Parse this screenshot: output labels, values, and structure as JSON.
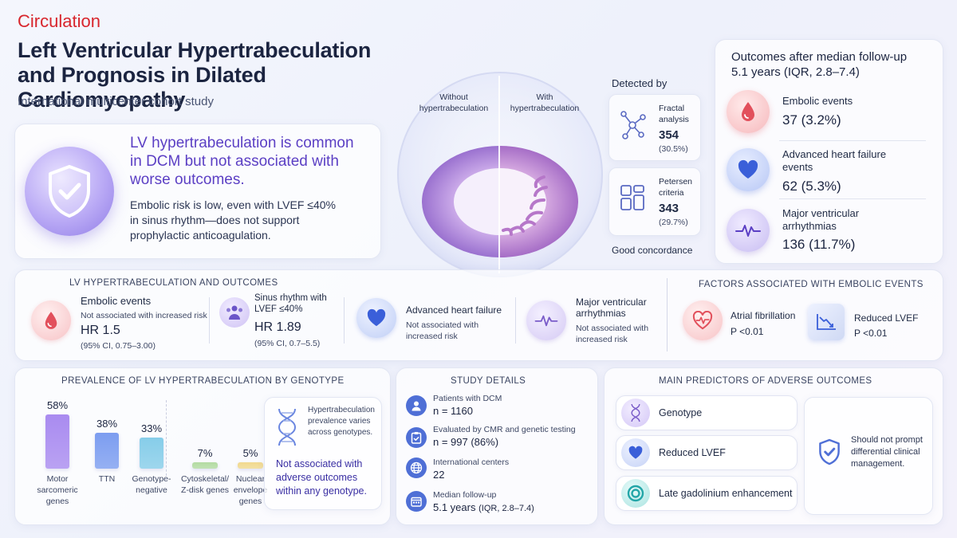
{
  "header": {
    "brand": "Circulation",
    "title_line1": "Left Ventricular Hypertrabeculation",
    "title_line2": "and Prognosis in Dilated Cardiomyopathy",
    "subtitle": "International multicenter cohort study"
  },
  "key_finding": {
    "title_line1": "LV hypertrabeculation is common",
    "title_line2": "in DCM but not associated with",
    "title_line3": "worse outcomes.",
    "body_line1": "Embolic risk is low, even with LVEF ≤40%",
    "body_line2": "in sinus rhythm—does not support",
    "body_line3": "prophylactic anticoagulation."
  },
  "heart_illustration": {
    "left_label_1": "Without",
    "left_label_2": "hypertrabeculation",
    "right_label_1": "With",
    "right_label_2": "hypertrabeculation"
  },
  "detection": {
    "heading": "Detected by",
    "fractal": {
      "name_1": "Fractal",
      "name_2": "analysis",
      "count": "354",
      "pct": "(30.5%)"
    },
    "petersen": {
      "name_1": "Petersen",
      "name_2": "criteria",
      "count": "343",
      "pct": "(29.7%)"
    },
    "footer": "Good concordance"
  },
  "outcomes": {
    "heading_1": "Outcomes after median follow-up",
    "heading_2": "5.1 years (IQR, 2.8–7.4)",
    "items": [
      {
        "label_1": "Embolic events",
        "label_2": "",
        "value": "37 (3.2%)",
        "color": "#e2505c"
      },
      {
        "label_1": "Advanced heart failure",
        "label_2": "events",
        "value": "62 (5.3%)",
        "color": "#3a5fd9"
      },
      {
        "label_1": "Major ventricular",
        "label_2": "arrhythmias",
        "value": "136 (11.7%)",
        "color": "#7a5cc9"
      }
    ]
  },
  "lv_outcomes": {
    "heading": "LV HYPERTRABECULATION AND OUTCOMES",
    "embolic": {
      "title": "Embolic events",
      "note": "Not associated with increased risk",
      "hr": "HR 1.5",
      "ci": "(95% CI, 0.75–3.00)"
    },
    "sinus": {
      "title_1": "Sinus rhythm with",
      "title_2": "LVEF ≤40%",
      "hr": "HR 1.89",
      "ci": "(95% CI, 0.7–5.5)"
    },
    "ahf": {
      "title": "Advanced heart failure",
      "note_1": "Not associated with",
      "note_2": "increased risk"
    },
    "mva": {
      "title_1": "Major ventricular",
      "title_2": "arrhythmias",
      "note_1": "Not associated with",
      "note_2": "increased risk"
    }
  },
  "factors": {
    "heading": "FACTORS ASSOCIATED WITH EMBOLIC EVENTS",
    "af": {
      "label": "Atrial fibrillation",
      "p": "P <0.01"
    },
    "lvef": {
      "label": "Reduced LVEF",
      "p": "P <0.01"
    }
  },
  "prevalence": {
    "heading": "PREVALENCE OF LV HYPERTRABECULATION BY GENOTYPE",
    "bars": [
      {
        "pct_label": "58%",
        "value": 58,
        "label_1": "Motor",
        "label_2": "sarcomeric",
        "label_3": "genes",
        "color": "#a98bf0"
      },
      {
        "pct_label": "38%",
        "value": 38,
        "label_1": "TTN",
        "label_2": "",
        "label_3": "",
        "color": "#7c9df0"
      },
      {
        "pct_label": "33%",
        "value": 33,
        "label_1": "Genotype-",
        "label_2": "negative",
        "label_3": "",
        "color": "#86cde9"
      },
      {
        "pct_label": "7%",
        "value": 7,
        "label_1": "Cytoskeletal/",
        "label_2": "Z-disk genes",
        "label_3": "",
        "color": "#b3dba2"
      },
      {
        "pct_label": "5%",
        "value": 5,
        "label_1": "Nuclear",
        "label_2": "envelope",
        "label_3": "genes",
        "color": "#f1d98e"
      }
    ],
    "note_1": "Hypertrabeculation",
    "note_2": "prevalence varies",
    "note_3": "across genotypes.",
    "emph_1": "Not associated with",
    "emph_2": "adverse outcomes",
    "emph_3": "within any genotype."
  },
  "study": {
    "heading": "STUDY DETAILS",
    "items": [
      {
        "label": "Patients with DCM",
        "value": "n = 1160",
        "extra": ""
      },
      {
        "label": "Evaluated by CMR and genetic testing",
        "value": "n = 997 (86%)",
        "extra": ""
      },
      {
        "label": "International centers",
        "value": "22",
        "extra": ""
      },
      {
        "label": "Median follow-up",
        "value": "5.1 years",
        "extra": "(IQR, 2.8–7.4)"
      }
    ]
  },
  "predictors": {
    "heading": "MAIN PREDICTORS OF ADVERSE OUTCOMES",
    "items": [
      "Genotype",
      "Reduced LVEF",
      "Late gadolinium enhancement"
    ],
    "note_1": "Should not prompt",
    "note_2": "differential clinical",
    "note_3": "management."
  },
  "colors": {
    "accent_purple": "#5b3fc4",
    "brand_red": "#d8262d",
    "text_dark": "#1b2440"
  }
}
